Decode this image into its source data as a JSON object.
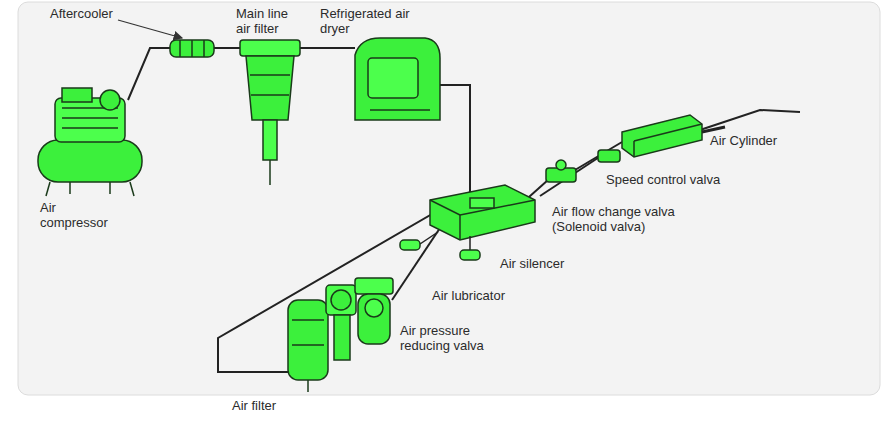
{
  "diagram": {
    "labels": [
      "Aftercooler",
      "Main line air filter",
      "Refrigerated air dryer",
      "Air compressor",
      "Air Cylinder",
      "Speed control valva",
      "Air flow change valva (Solenoid valva)",
      "Air silencer",
      "Air lubricator",
      "Air pressure reducing valva",
      "Air filter"
    ]
  }
}
